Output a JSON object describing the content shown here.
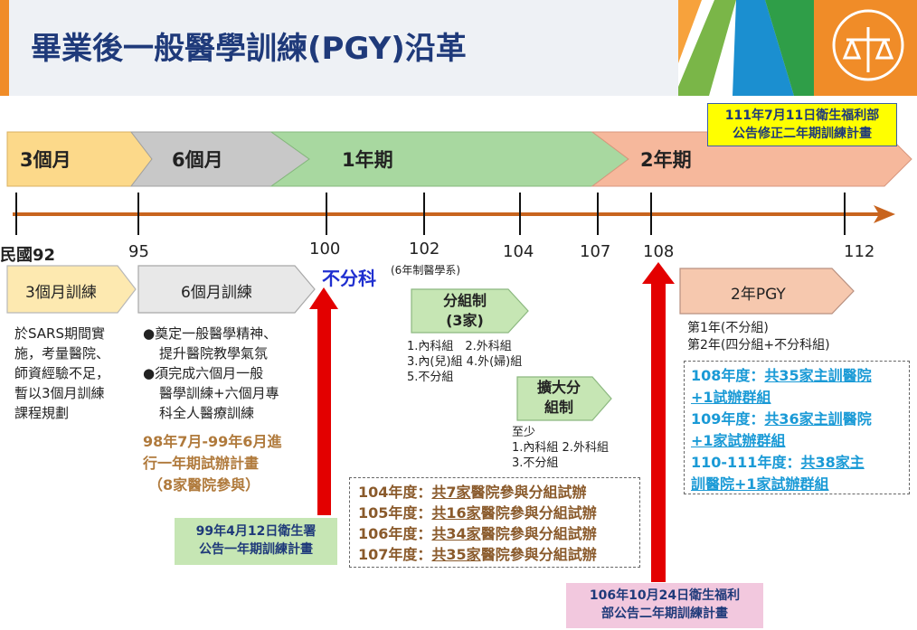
{
  "title": "畢業後一般醫學訓練(PGY)沿革",
  "phases": [
    "3個月",
    "6個月",
    "1年期",
    "2年期"
  ],
  "years": [
    "民國92",
    "95",
    "100",
    "102",
    "104",
    "107",
    "108",
    "112"
  ],
  "no_division": {
    "label": "不分科",
    "note": "(6年制醫學系)"
  },
  "three_month": {
    "label": "3個月訓練",
    "desc": [
      "於SARS期間實",
      "施，考量醫院、",
      "師資經驗不足，",
      "暫以3個月訓練",
      "課程規劃"
    ]
  },
  "six_month": {
    "label": "6個月訓練",
    "bullets": [
      "●奠定一般醫學精神、",
      "提升醫院教學氣氛",
      "●須完成六個月一般",
      "醫學訓練+六個月專",
      "科全人醫療訓練"
    ],
    "pilot": [
      "98年7月-99年6月進",
      "行一年期試辦計畫",
      "（8家醫院參與）"
    ]
  },
  "notice_99": [
    "99年4月12日衛生署",
    "公告一年期訓練計畫"
  ],
  "division": {
    "label": [
      "分組制",
      "(3家)"
    ],
    "items": [
      "1.內科組　2.外科組",
      "3.內(兒)組 4.外(婦)組",
      "5.不分組"
    ]
  },
  "expanded": {
    "label": [
      "擴大分",
      "組制"
    ],
    "items": [
      "至少",
      "1.內科組 2.外科組",
      "3.不分組"
    ]
  },
  "pilot_years": [
    {
      "year": "104年度：",
      "count": "共7家",
      "rest": "醫院參與分組試辦"
    },
    {
      "year": "105年度：",
      "count": "共16家",
      "rest": "醫院參與分組試辦"
    },
    {
      "year": "106年度：",
      "count": "共34家",
      "rest": "醫院參與分組試辦"
    },
    {
      "year": "107年度：",
      "count": "共35家",
      "rest": "醫院參與分組試辦"
    }
  ],
  "notice_106": [
    "106年10月24日衛生福利",
    "部公告二年期訓練計畫"
  ],
  "notice_111": [
    "111年7月11日衛生福利部",
    "公告修正二年期訓練計畫"
  ],
  "pgy2": {
    "label": "2年PGY",
    "desc": [
      "第1年(不分組)",
      "第2年(四分組+不分科組)"
    ],
    "hospitals": [
      [
        {
          "t": "108年度：",
          "u": false
        },
        {
          "t": "共35家主訓醫院",
          "u": true
        }
      ],
      [
        {
          "t": "+1試辦群組",
          "u": true
        }
      ],
      [
        {
          "t": "109年度：",
          "u": false
        },
        {
          "t": "共36家主訓",
          "u": true
        },
        {
          "t": "醫院",
          "u": false
        }
      ],
      [
        {
          "t": "+1家試辦群組",
          "u": true
        }
      ],
      [
        {
          "t": "110-111年度：",
          "u": false
        },
        {
          "t": "共38家主",
          "u": true
        }
      ],
      [
        {
          "t": "訓醫院+1家試辦群組",
          "u": true
        }
      ]
    ]
  },
  "colors": {
    "title": "#1f3a7a",
    "timeline": "#c8641e",
    "phase_3m": "#fcd98a",
    "phase_6m": "#c8c8c8",
    "phase_1y": "#a8d8a0",
    "phase_2y": "#f6b89c",
    "notice_yellow": "#ffff00",
    "notice_green": "#c6e6b4",
    "notice_pink": "#f2c8de",
    "red_arrow": "#e30000",
    "blue_text": "#1a9ad6",
    "brown_text": "#b07a3c"
  }
}
